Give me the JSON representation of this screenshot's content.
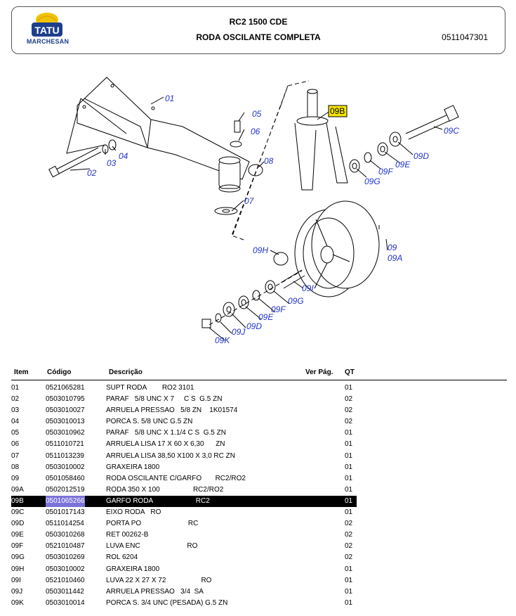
{
  "header": {
    "brand_top": "TATU",
    "brand_bottom": "MARCHESAN",
    "title_line1": "RC2 1500 CDE",
    "title_line2": "RODA OSCILANTE COMPLETA",
    "doc_code": "0511047301"
  },
  "diagram": {
    "labels": [
      "01",
      "02",
      "03",
      "04",
      "05",
      "06",
      "07",
      "08",
      "09",
      "09A",
      "09B",
      "09C",
      "09D",
      "09E",
      "09F",
      "09G",
      "09H",
      "09I",
      "09J",
      "09K",
      "09D",
      "09E",
      "09F",
      "09G"
    ],
    "highlighted_label": "09B"
  },
  "table": {
    "headers": {
      "item": "Item",
      "codigo": "Código",
      "descricao": "Descrição",
      "ver_pag": "Ver Pág.",
      "qt": "QT"
    },
    "selected_row": "09B",
    "rows": [
      {
        "item": "01",
        "code": "0521065281",
        "desc": "SUPT RODA        RO2 3101",
        "qt": "01"
      },
      {
        "item": "02",
        "code": "0503010795",
        "desc": "PARAF   5/8 UNC X 7     C S  G.5 ZN",
        "qt": "02"
      },
      {
        "item": "03",
        "code": "0503010027",
        "desc": "ARRUELA PRESSAO   5/8 ZN    1K01574",
        "qt": "02"
      },
      {
        "item": "04",
        "code": "0503010013",
        "desc": "PORCA S. 5/8 UNC G.5 ZN",
        "qt": "02"
      },
      {
        "item": "05",
        "code": "0503010962",
        "desc": "PARAF   5/8 UNC X 1.1/4 C S  G.5 ZN",
        "qt": "01"
      },
      {
        "item": "06",
        "code": "0511010721",
        "desc": "ARRUELA LISA 17 X 60 X 6,30      ZN",
        "qt": "01"
      },
      {
        "item": "07",
        "code": "0511013239",
        "desc": "ARRUELA LISA 38,50 X100 X 3,0 RC ZN",
        "qt": "01"
      },
      {
        "item": "08",
        "code": "0503010002",
        "desc": "GRAXEIRA 1800",
        "qt": "01"
      },
      {
        "item": "09",
        "code": "0501058460",
        "desc": "RODA OSCILANTE C/GARFO       RC2/RO2",
        "qt": "01"
      },
      {
        "item": "09A",
        "code": "0502012519",
        "desc": "RODA 350 X 100                 RC2/RO2",
        "qt": "01"
      },
      {
        "item": "09B",
        "code": "0501065266",
        "desc": "GARFO RODA                      RC2",
        "qt": "01"
      },
      {
        "item": "09C",
        "code": "0501017143",
        "desc": "EIXO RODA   RO",
        "qt": "01"
      },
      {
        "item": "09D",
        "code": "0511014254",
        "desc": "PORTA PO                        RC",
        "qt": "02"
      },
      {
        "item": "09E",
        "code": "0503010268",
        "desc": "RET 00262-B",
        "qt": "02"
      },
      {
        "item": "09F",
        "code": "0521010487",
        "desc": "LUVA ENC                        RO",
        "qt": "02"
      },
      {
        "item": "09G",
        "code": "0503010269",
        "desc": "ROL 6204",
        "qt": "02"
      },
      {
        "item": "09H",
        "code": "0503010002",
        "desc": "GRAXEIRA 1800",
        "qt": "01"
      },
      {
        "item": "09I",
        "code": "0521010460",
        "desc": "LUVA 22 X 27 X 72                  RO",
        "qt": "01"
      },
      {
        "item": "09J",
        "code": "0503011442",
        "desc": "ARRUELA PRESSAO   3/4  SA",
        "qt": "01"
      },
      {
        "item": "09K",
        "code": "0503010014",
        "desc": "PORCA S. 3/4 UNC (PESADA) G.5 ZN",
        "qt": "01"
      }
    ]
  },
  "colors": {
    "label_blue": "#2233cc",
    "highlight_yellow": "#f5e400",
    "selection_purple": "#7b73d9",
    "logo_blue": "#1d3f8c",
    "logo_yellow": "#f2c200"
  }
}
